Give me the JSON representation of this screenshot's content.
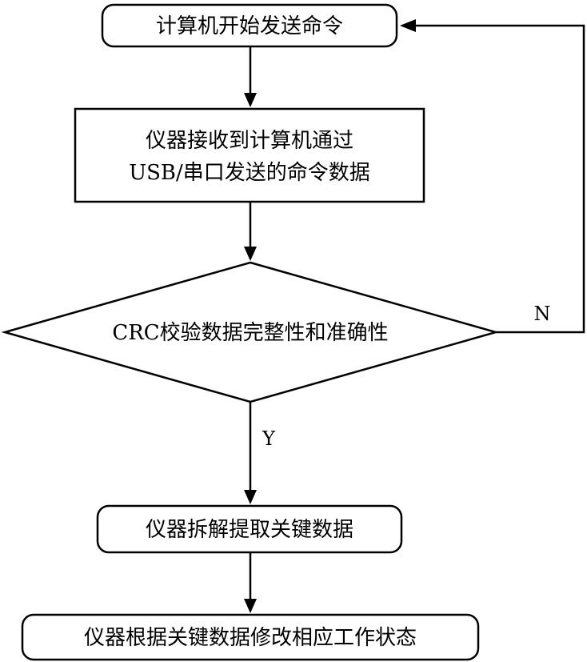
{
  "nodes": {
    "start": "计算机开始发送命令",
    "receive_line1": "仪器接收到计算机通过",
    "receive_line2": "USB/串口发送的命令数据",
    "crc_check": "CRC校验数据完整性和准确性",
    "extract": "仪器拆解提取关键数据",
    "modify": "仪器根据关键数据修改相应工作状态"
  },
  "edges": {
    "no_label": "N",
    "yes_label": "Y"
  }
}
